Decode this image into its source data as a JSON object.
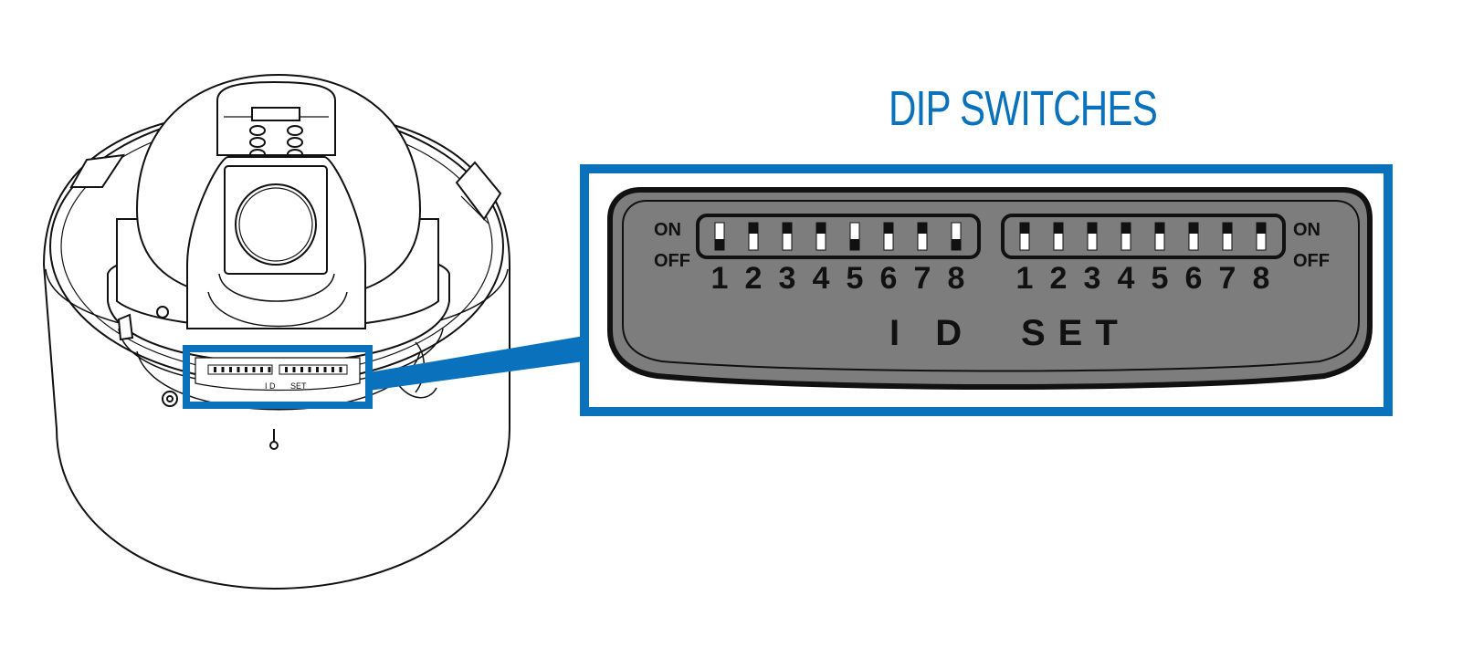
{
  "title": "DIP SWITCHES",
  "accent_color": "#0a72bd",
  "panel_color": "#7d7d7d",
  "panel": {
    "on_label": "ON",
    "off_label": "OFF",
    "id_label": "I D",
    "set_label": "SET"
  },
  "banks": [
    {
      "numbers": [
        "1",
        "2",
        "3",
        "4",
        "5",
        "6",
        "7",
        "8"
      ],
      "switch_positions": [
        "off",
        "on",
        "on",
        "on",
        "off",
        "on",
        "on",
        "off"
      ]
    },
    {
      "numbers": [
        "1",
        "2",
        "3",
        "4",
        "5",
        "6",
        "7",
        "8"
      ],
      "switch_positions": [
        "on",
        "on",
        "on",
        "on",
        "on",
        "on",
        "on",
        "on"
      ]
    }
  ],
  "icons": {
    "camera": "dome-camera-icon"
  }
}
